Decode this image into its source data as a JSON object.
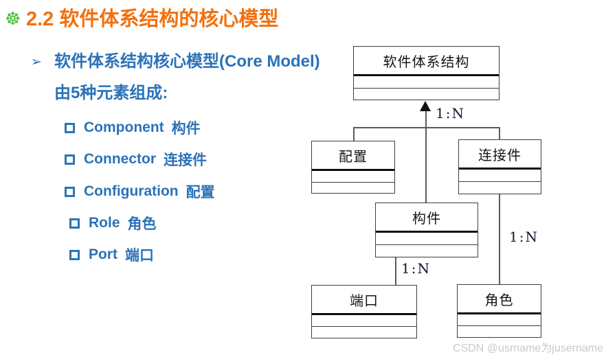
{
  "slide": {
    "title": "2.2 软件体系结构的核心模型",
    "title_icon_glyph": "☸"
  },
  "intro": {
    "bullet_glyph": "➢",
    "line1": "软件体系结构核心模型(Core Model)",
    "line2": "由5种元素组成:"
  },
  "elements": [
    {
      "en": "Component",
      "zh": "构件"
    },
    {
      "en": "Connector",
      "zh": "连接件"
    },
    {
      "en": "Configuration",
      "zh": "配置"
    },
    {
      "en": "Role",
      "zh": "角色"
    },
    {
      "en": "Port",
      "zh": "端口"
    }
  ],
  "diagram": {
    "nodes": {
      "root": {
        "label": "软件体系结构"
      },
      "config": {
        "label": "配置"
      },
      "connector": {
        "label": "连接件"
      },
      "component": {
        "label": "构件"
      },
      "port": {
        "label": "端口"
      },
      "role": {
        "label": "角色"
      }
    },
    "edges": {
      "component_to_root": "1:N",
      "component_to_port": "1:N",
      "connector_to_role": "1:N"
    }
  },
  "watermark": "CSDN @usrname为jusername",
  "colors": {
    "title_orange": "#f2700d",
    "body_blue": "#2b72b8",
    "icon_green": "#3cbd36",
    "line_gray": "#5a5a5a",
    "watermark_gray": "#c9c9c9"
  }
}
